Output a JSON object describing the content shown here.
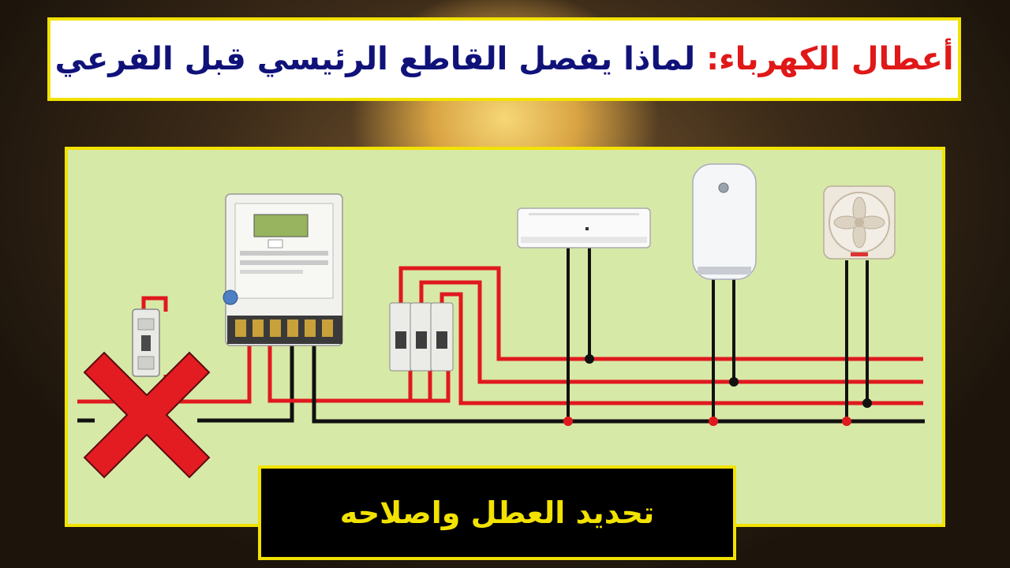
{
  "title": {
    "red_part": "أعطال الكهرباء:",
    "blue_part": "لماذا يفصل القاطع الرئيسي قبل الفرعي",
    "red_color": "#e01818",
    "blue_color": "#10127a"
  },
  "footer": {
    "label": "تحديد العطل واصلاحه",
    "text_color": "#f2e200"
  },
  "diagram": {
    "devices": [
      "main-breaker",
      "electricity-meter",
      "branch-breakers",
      "air-conditioner",
      "water-heater",
      "exhaust-fan"
    ],
    "main_breaker_status": "tripped",
    "wire_colors": {
      "live": "#e0191e",
      "neutral": "#111111"
    },
    "icons": [
      "cross-mark-icon"
    ]
  }
}
